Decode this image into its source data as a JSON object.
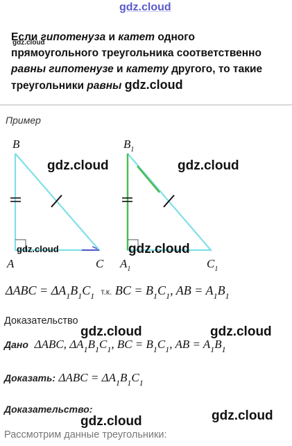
{
  "watermark": "gdz.cloud",
  "theorem": {
    "p1": "Если ",
    "p2": "гипотенуза",
    "p3": " и ",
    "p4": "катет",
    "p5": " одного прямоугольного треугольника соответственно ",
    "p6": "равны гипотенузе",
    "p7": " и ",
    "p8": "катету",
    "p9": " другого, то такие треугольники ",
    "p10": "равны"
  },
  "example_label": "Пример",
  "triangle1": {
    "top": "B",
    "bottom_left": "A",
    "bottom_right": "C"
  },
  "triangle2": {
    "top": "B",
    "bottom_left": "A",
    "bottom_right": "C",
    "index": "1"
  },
  "colors": {
    "cyan": "#7fe0e6",
    "green": "#4dbb52",
    "tick": "#111111"
  },
  "statement": {
    "part1": "ΔABC = ΔA",
    "part1_mid": "B",
    "part1_end": "C",
    "tk": "т.к.",
    "part2": "BC = B",
    "part2_end": "C",
    "part3": "AB = A",
    "part3_end": "B",
    "index": "1"
  },
  "proof_heading": "Доказательство",
  "given": {
    "label": "Дано",
    "text1": "ΔABC",
    "text2": "ΔA",
    "text2_b": "B",
    "text2_c": "C",
    "text3": "BC = B",
    "text3_c": "C",
    "text4": "AB = A",
    "text4_b": "B"
  },
  "prove": {
    "label": "Доказать",
    "text1": "ΔABC = ΔA",
    "text_b": "B",
    "text_c": "C"
  },
  "proof_label": "Доказательство",
  "last_line": "Рассмотрим данные треугольники:"
}
